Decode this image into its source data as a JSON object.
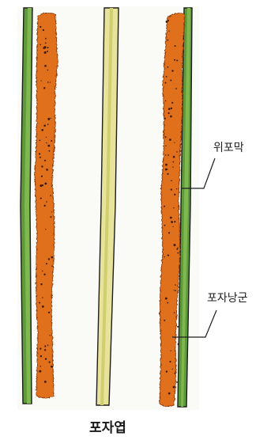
{
  "labels": {
    "indusium": "위포막",
    "sorus": "포자낭군"
  },
  "caption": "포자엽",
  "colors": {
    "background": "#ffffff",
    "leaf_green": "#5e9a3a",
    "leaf_yellow": "#e7e39a",
    "sorus_orange": "#e0701f",
    "outline": "#1d1d1d"
  }
}
